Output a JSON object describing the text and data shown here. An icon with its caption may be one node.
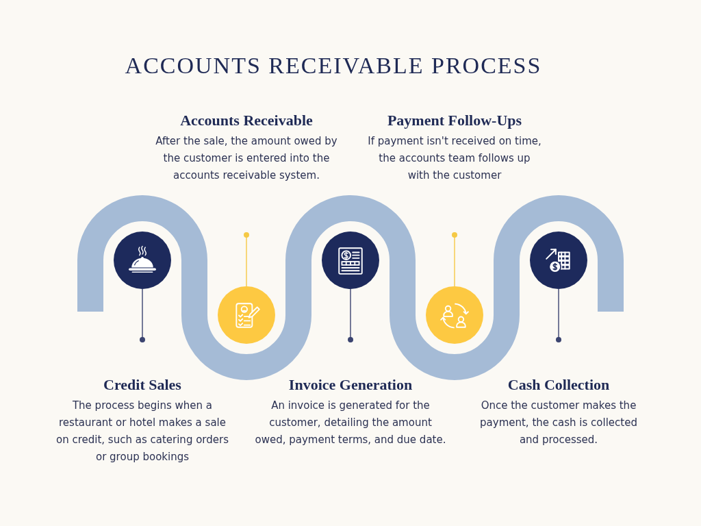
{
  "diagram": {
    "title": "ACCOUNTS RECEIVABLE PROCESS",
    "nodes": [
      {
        "text": [
          "Accounts Receivable",
          "After the sale, the amount owed by the customer is entered into the accounts receivable system."
        ]
      },
      {
        "text": [
          "Payment Follow-Ups",
          "If payment isn't received on time, the accounts team follows up with the customer"
        ]
      },
      {
        "text": [],
        "shape": "circle"
      },
      {
        "text": [],
        "shape": "circle"
      },
      {
        "text": [],
        "shape": "circle"
      },
      {
        "text": [],
        "shape": "circle"
      },
      {
        "text": [],
        "shape": "circle"
      },
      {
        "text": [
          "Credit Sales",
          "The process begins when a restaurant or hotel makes a sale on credit, such as catering orders or group bookings"
        ]
      },
      {
        "text": [
          "Invoice Generation",
          "An invoice is generated for the customer, detailing the amount owed, payment terms, and due date."
        ]
      },
      {
        "text": [
          "Cash Collection",
          "Once the customer makes the payment, the cash is collected and processed."
        ]
      }
    ],
    "edges": [
      {
        "from": 2,
        "to": 7,
        "arrow": "other"
      },
      {
        "from": 3,
        "to": 0,
        "arrow": "other",
        "color": "#f5c945"
      },
      {
        "from": 4,
        "to": 8,
        "arrow": "other"
      },
      {
        "from": 5,
        "to": 1,
        "arrow": "other",
        "color": "#f5c945"
      },
      {
        "from": 6,
        "to": 9,
        "arrow": "other"
      }
    ]
  }
}
